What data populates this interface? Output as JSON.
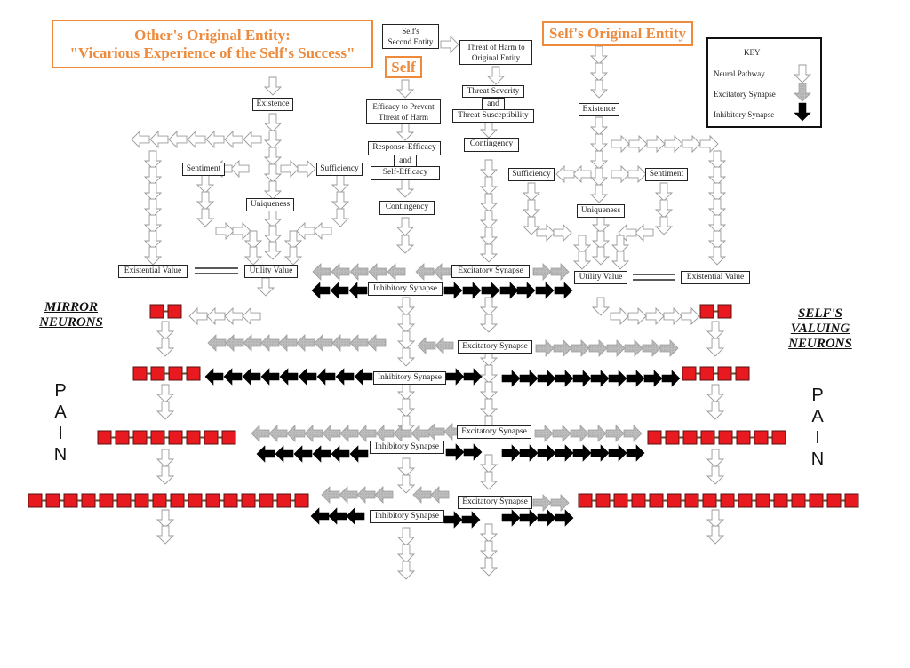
{
  "titles": {
    "other_entity_line1": "Other's Original Entity:",
    "other_entity_line2": "\"Vicarious Experience of the Self's Success\"",
    "self": "Self",
    "self_original_entity": "Self's Original Entity"
  },
  "key": {
    "title": "KEY",
    "items": [
      {
        "label": "Neural Pathway",
        "type": "neural"
      },
      {
        "label": "Excitatory Synapse",
        "type": "excitatory"
      },
      {
        "label": "Inhibitory Synapse",
        "type": "inhibitory"
      }
    ]
  },
  "colors": {
    "accent_orange": "#ee8a3c",
    "neuron_red": "#e8191f",
    "excitatory_gray": "#bdbdbd",
    "inhibitory_black": "#000000",
    "pathway_outline": "#9a9a9a"
  },
  "center_nodes": {
    "selfs_second_entity": "Self's\nSecond Entity",
    "threat_of_harm": "Threat of Harm to\nOriginal Entity",
    "threat_severity": "Threat Severity",
    "and_1": "and",
    "threat_susceptibility": "Threat Susceptibility",
    "contingency_right": "Contingency",
    "efficacy": "Efficacy to Prevent\nThreat of Harm",
    "response_efficacy": "Response-Efficacy",
    "and_2": "and",
    "self_efficacy": "Self-Efficacy",
    "contingency_left": "Contingency"
  },
  "left_nodes": {
    "existence": "Existence",
    "sentiment": "Sentiment",
    "sufficiency": "Sufficiency",
    "uniqueness": "Uniqueness",
    "existential_value": "Existential Value",
    "utility_value": "Utility Value"
  },
  "right_nodes": {
    "existence": "Existence",
    "sufficiency": "Sufficiency",
    "sentiment": "Sentiment",
    "uniqueness": "Uniqueness",
    "utility_value": "Utility Value",
    "existential_value": "Existential Value"
  },
  "synapse_labels": {
    "excitatory": "Excitatory Synapse",
    "inhibitory": "Inhibitory Synapse"
  },
  "side_labels": {
    "mirror_line1": "MIRROR",
    "mirror_line2": "NEURONS",
    "valuing_line1": "SELF'S",
    "valuing_line2": "VALUING",
    "valuing_line3": "NEURONS"
  },
  "pain_letters": [
    "P",
    "A",
    "I",
    "N"
  ],
  "neuron_chains": {
    "left_counts": [
      2,
      4,
      8,
      16
    ],
    "right_counts": [
      2,
      4,
      8,
      16
    ]
  }
}
